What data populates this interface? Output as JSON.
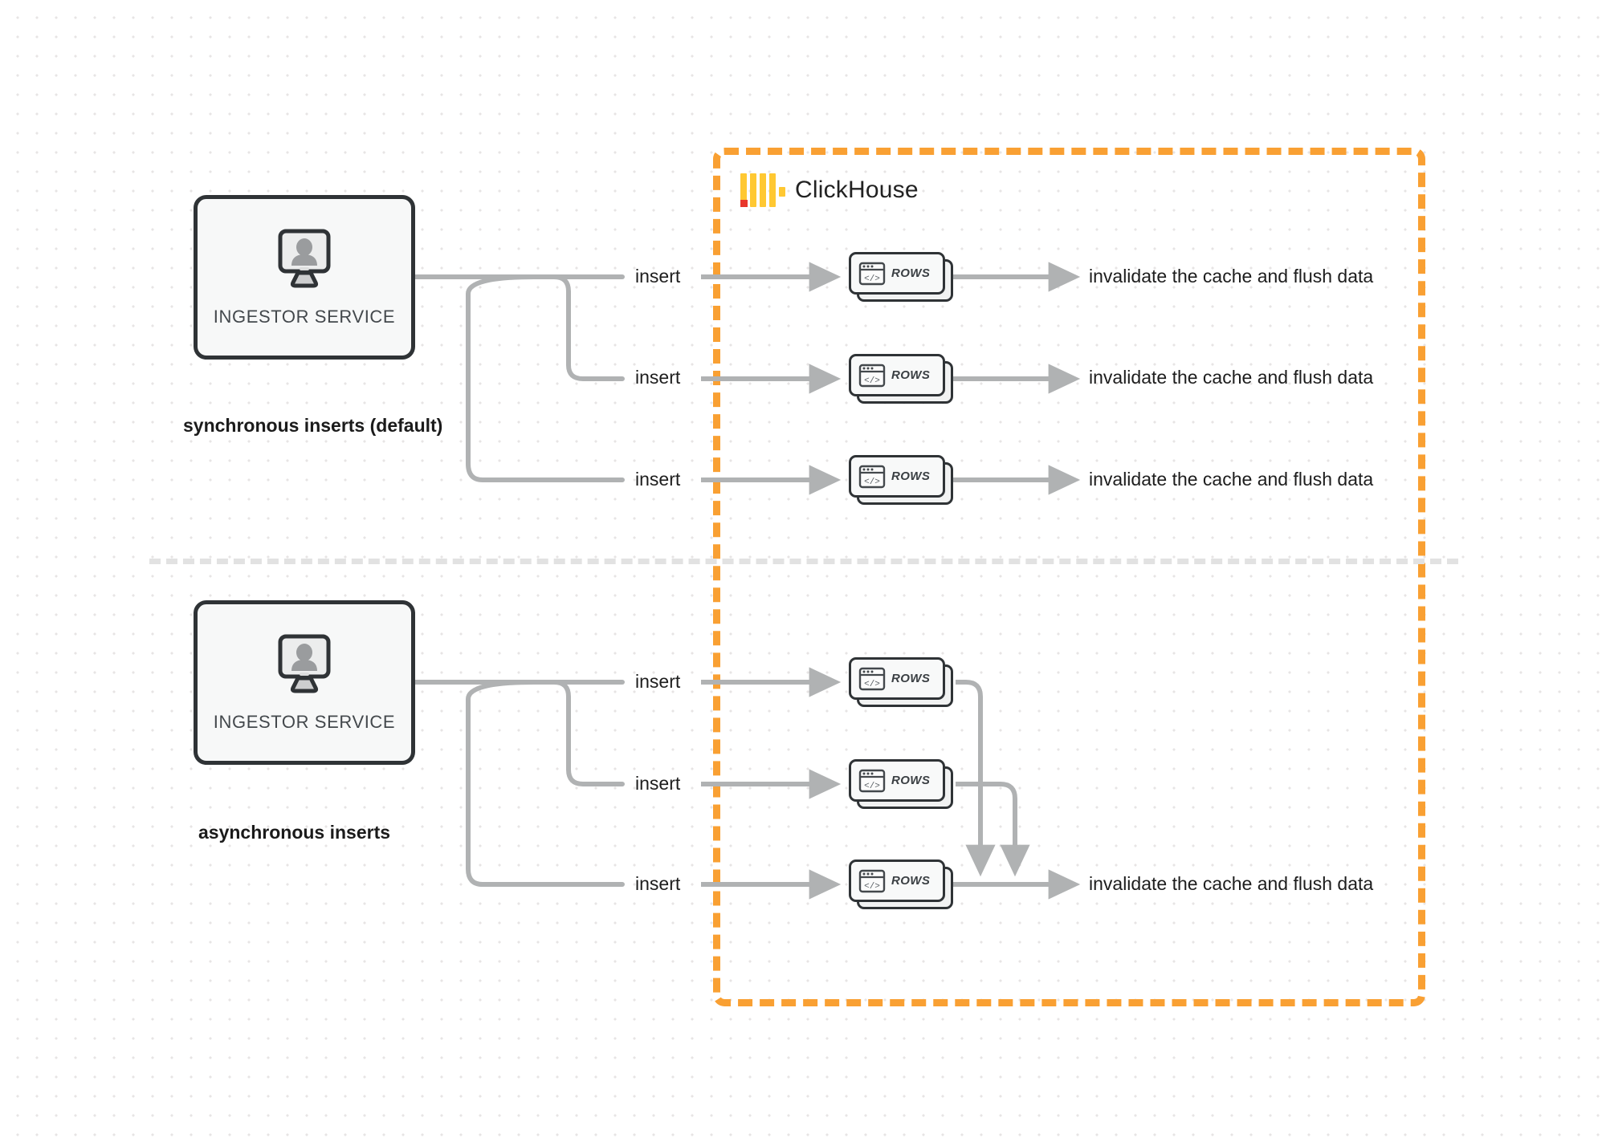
{
  "diagram": {
    "title_logo": "clickhouse-logo",
    "clickhouse_label": "ClickHouse",
    "colors": {
      "accent_orange": "#f9a033",
      "logo_yellow": "#ffc832",
      "logo_red": "#e8372c",
      "wire_gray": "#b0b2b3",
      "node_outline": "#2f3336",
      "divider_gray": "#e2e2e2",
      "background": "#ffffff",
      "dot_grid": "#e7e4e4"
    }
  },
  "sections": [
    {
      "id": "synchronous",
      "caption": "synchronous inserts (default)",
      "ingestor": {
        "label": "INGESTOR SERVICE",
        "icon": "monitor-user-icon"
      },
      "edges": [
        {
          "insert_label": "insert",
          "node_label": "ROWS",
          "node_icon": "code-window-icon",
          "result_label": "invalidate the cache and flush data"
        },
        {
          "insert_label": "insert",
          "node_label": "ROWS",
          "node_icon": "code-window-icon",
          "result_label": "invalidate the cache and flush data"
        },
        {
          "insert_label": "insert",
          "node_label": "ROWS",
          "node_icon": "code-window-icon",
          "result_label": "invalidate the cache and flush data"
        }
      ]
    },
    {
      "id": "asynchronous",
      "caption": "asynchronous inserts",
      "ingestor": {
        "label": "INGESTOR SERVICE",
        "icon": "monitor-user-icon"
      },
      "edges": [
        {
          "insert_label": "insert",
          "node_label": "ROWS",
          "node_icon": "code-window-icon"
        },
        {
          "insert_label": "insert",
          "node_label": "ROWS",
          "node_icon": "code-window-icon"
        },
        {
          "insert_label": "insert",
          "node_label": "ROWS",
          "node_icon": "code-window-icon"
        }
      ],
      "result_label": "invalidate the cache and flush data"
    }
  ]
}
